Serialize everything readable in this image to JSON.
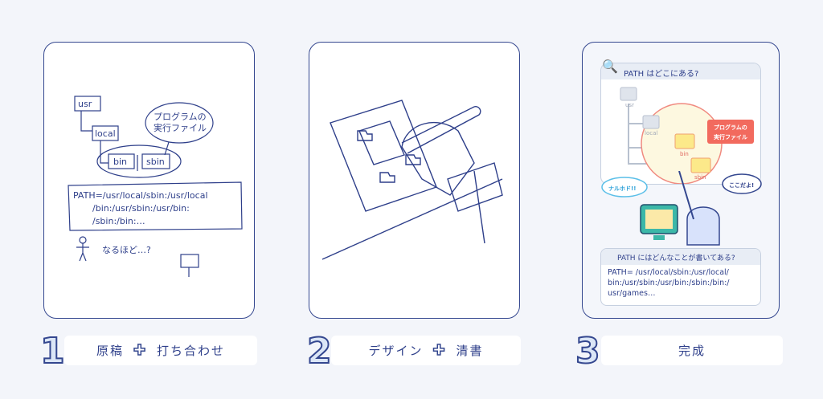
{
  "steps": [
    {
      "number": "1",
      "label_a": "原稿",
      "label_b": "打ち合わせ"
    },
    {
      "number": "2",
      "label_a": "デザイン",
      "label_b": "清書"
    },
    {
      "number": "3",
      "label_a": "完成"
    }
  ],
  "sketch": {
    "usr": "usr",
    "local": "local",
    "bin": "bin",
    "sbin": "sbin",
    "bubble_1": "プログラムの",
    "bubble_2": "実行ファイル",
    "path_1": "PATH=/usr/local/sbin:/usr/local",
    "path_2": "/bin:/usr/sbin:/usr/bin:",
    "path_3": "/sbin:/bin:…",
    "naruhodo": "なるほど…?"
  },
  "final": {
    "q1": "PATH はどこにある?",
    "usr": "usr",
    "local": "local",
    "bin": "bin",
    "sbin": "sbin",
    "tag_1": "プログラムの",
    "tag_2": "実行ファイル",
    "pc_bubble": "ナルホド!!",
    "cat_bubble": "ここだよ!",
    "q2": "PATH にはどんなことが書いてある?",
    "path_1": "PATH= /usr/local/sbin:/usr/local/",
    "path_2": "bin:/usr/sbin:/usr/bin:/sbin:/bin:/",
    "path_3": "usr/games…"
  }
}
